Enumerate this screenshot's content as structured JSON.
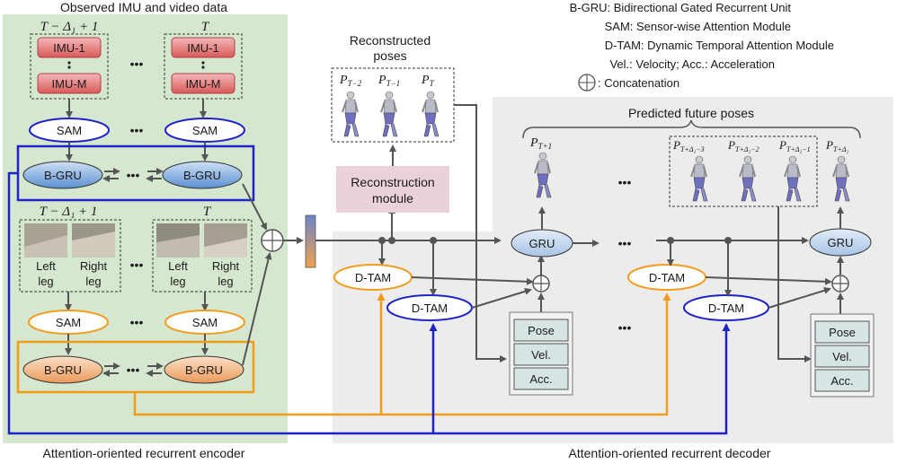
{
  "encoder": {
    "caption": "Attention-oriented recurrent encoder",
    "input_title": "Observed IMU and video data",
    "imu_window_start": "T − Δ₁ + 1",
    "imu_window_end": "T",
    "imu_first": "IMU-1",
    "imu_last": "IMU-M",
    "sam": "SAM",
    "bgru": "B-GRU",
    "video_window_start": "T − Δ₁ + 1",
    "video_window_end": "T",
    "left_leg_1": "Left",
    "left_leg_2": "leg",
    "right_leg_1": "Right",
    "right_leg_2": "leg",
    "ellipsis": "•••"
  },
  "reconstruction": {
    "title_1": "Reconstructed",
    "title_2": "poses",
    "pose_labels": [
      "P",
      "P",
      "P"
    ],
    "pose_subs": [
      "T−2",
      "T−1",
      "T"
    ],
    "module_1": "Reconstruction",
    "module_2": "module"
  },
  "decoder": {
    "caption": "Attention-oriented recurrent decoder",
    "predicted_title": "Predicted future poses",
    "first_pose_sub": "T+1",
    "later_pose_subs": [
      "T+Δ₂−3",
      "T+Δ₂−2",
      "T+Δ₂−1"
    ],
    "last_pose_sub": "T+Δ₂",
    "pose_letter": "P",
    "gru": "GRU",
    "dtam": "D-TAM",
    "pose": "Pose",
    "vel": "Vel.",
    "acc": "Acc.",
    "ellipsis": "•••"
  },
  "legend": {
    "bgru": "B-GRU: Bidirectional Gated Recurrent Unit",
    "sam": "SAM: Sensor-wise Attention Module",
    "dtam": "D-TAM: Dynamic Temporal Attention Module",
    "vel": "Vel.: Velocity; Acc.: Acceleration",
    "concat": ": Concatenation"
  },
  "colors": {
    "encoder_bg": "#d5e8cf",
    "decoder_bg": "#ececec",
    "imu_red": "#e06868",
    "blue": "#1f22c8",
    "orange": "#f29c1e",
    "gru_fill": "#c8daf0",
    "recon_fill": "#ead1dc",
    "feature_fill": "#d6e4e4"
  }
}
